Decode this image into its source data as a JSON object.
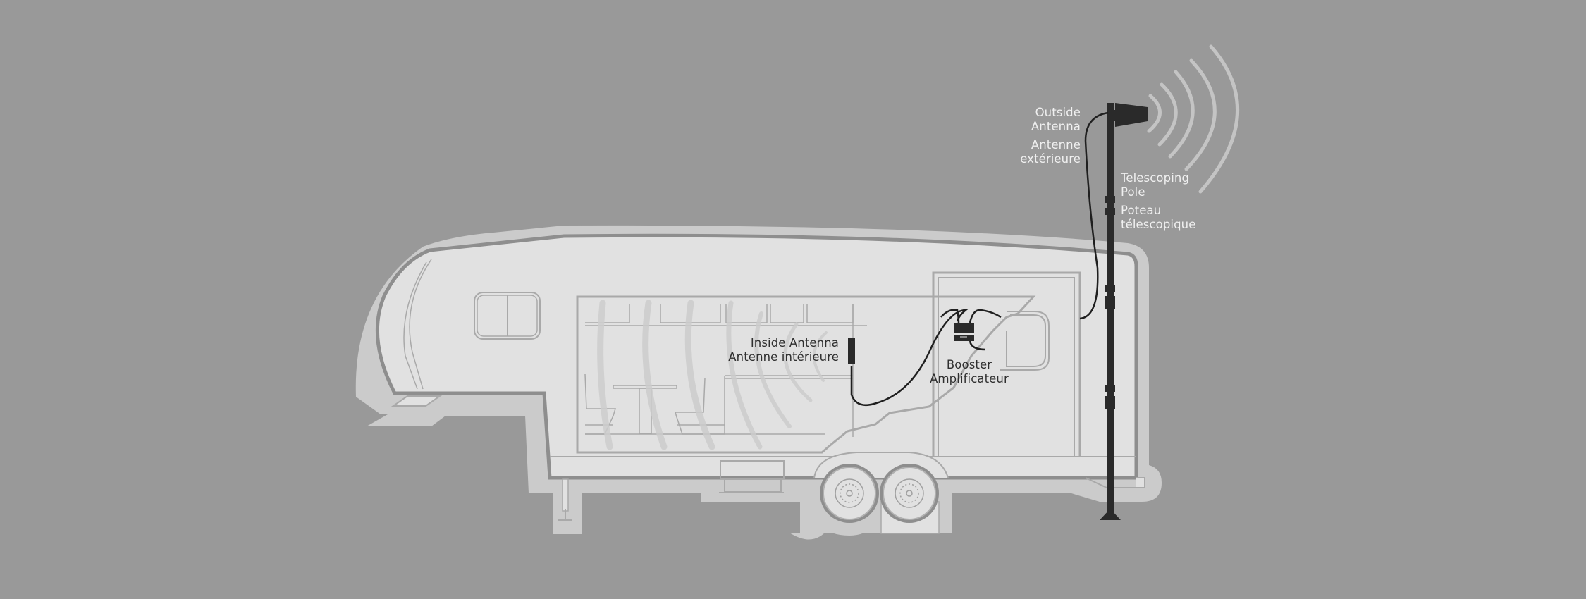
{
  "diagram": {
    "title": "Fifth-wheel RV cell signal booster installation",
    "colors": {
      "background": "#999999",
      "halo": "#cbcbcb",
      "body_fill": "#e1e1e1",
      "outline": "#8e8e8e",
      "line": "#a9a9a9",
      "equipment": "#2a2a2a",
      "signal_wave_outside": "#c4c4c4",
      "signal_wave_inside": "#cfcfcf"
    },
    "labels": {
      "outside_antenna": {
        "en_line1": "Outside",
        "en_line2": "Antenna",
        "fr_line1": "Antenne",
        "fr_line2": "extérieure"
      },
      "telescoping_pole": {
        "en_line1": "Telescoping",
        "en_line2": "Pole",
        "fr_line1": "Poteau",
        "fr_line2": "télescopique"
      },
      "inside_antenna": {
        "en": "Inside Antenna",
        "fr": "Antenne intérieure"
      },
      "booster": {
        "en": "Booster",
        "fr": "Amplificateur"
      }
    },
    "components": [
      {
        "id": "outside-antenna",
        "type": "directional antenna",
        "mounted_on": "telescoping-pole"
      },
      {
        "id": "telescoping-pole",
        "type": "pole",
        "position": "rear of RV"
      },
      {
        "id": "booster",
        "type": "signal amplifier",
        "position": "inside RV"
      },
      {
        "id": "inside-antenna",
        "type": "panel antenna",
        "position": "inside RV, wall"
      }
    ],
    "outside_signal_waves": 5,
    "inside_signal_waves": 6
  }
}
